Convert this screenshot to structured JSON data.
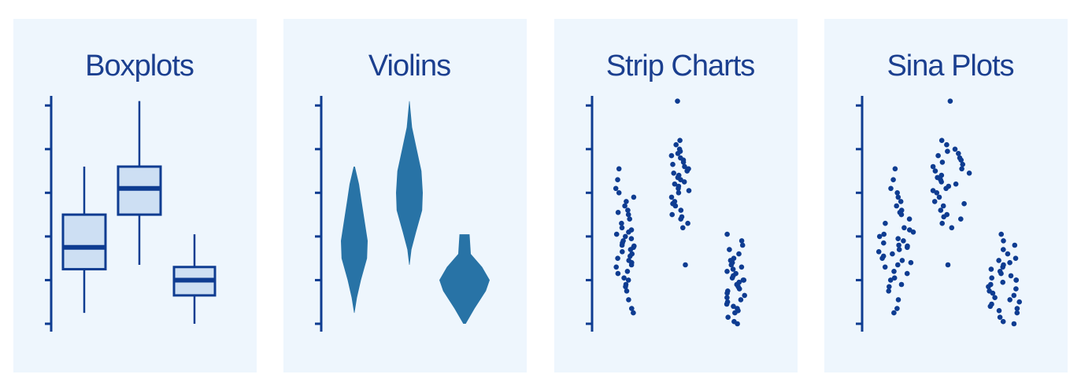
{
  "colors": {
    "panel_bg": "#eef6fd",
    "accent": "#0e3c91",
    "box_fill": "#cddff3",
    "violin_fill": "#2873a6",
    "point": "#0e3c91",
    "title": "#1b3f8f"
  },
  "chart_data": [
    {
      "type": "boxplot",
      "title": "Boxplots",
      "ylim": [
        0,
        5.4
      ],
      "grid": false,
      "groups": [
        {
          "whisker_low": 0.25,
          "q1": 1.25,
          "median": 1.75,
          "q3": 2.5,
          "whisker_high": 3.6
        },
        {
          "whisker_low": 1.35,
          "q1": 2.5,
          "median": 3.1,
          "q3": 3.6,
          "whisker_high": 5.1
        },
        {
          "whisker_low": 0.0,
          "q1": 0.65,
          "median": 1.0,
          "q3": 1.3,
          "whisker_high": 2.05
        }
      ]
    },
    {
      "type": "violin",
      "title": "Violins",
      "ylim": [
        0,
        5.4
      ],
      "grid": false,
      "groups": [
        {
          "min": 0.25,
          "max": 3.6,
          "density": [
            [
              0.25,
              0.02
            ],
            [
              0.6,
              0.2
            ],
            [
              1.0,
              0.5
            ],
            [
              1.5,
              0.95
            ],
            [
              1.9,
              1.0
            ],
            [
              2.3,
              0.8
            ],
            [
              2.8,
              0.55
            ],
            [
              3.2,
              0.35
            ],
            [
              3.6,
              0.05
            ]
          ]
        },
        {
          "min": 1.35,
          "max": 5.1,
          "density": [
            [
              1.35,
              0.02
            ],
            [
              1.7,
              0.15
            ],
            [
              2.1,
              0.5
            ],
            [
              2.6,
              0.95
            ],
            [
              3.0,
              1.0
            ],
            [
              3.5,
              0.9
            ],
            [
              4.0,
              0.55
            ],
            [
              4.5,
              0.2
            ],
            [
              5.1,
              0.02
            ]
          ]
        },
        {
          "min": 0.0,
          "max": 2.05,
          "density": [
            [
              0.0,
              0.05
            ],
            [
              0.35,
              0.4
            ],
            [
              0.75,
              0.85
            ],
            [
              1.0,
              1.0
            ],
            [
              1.3,
              0.7
            ],
            [
              1.6,
              0.25
            ],
            [
              2.05,
              0.2
            ]
          ]
        }
      ]
    },
    {
      "type": "strip",
      "title": "Strip Charts",
      "ylim": [
        0,
        5.4
      ],
      "grid": false,
      "groups": [
        {
          "values": [
            0.25,
            0.35,
            0.55,
            0.75,
            0.85,
            0.9,
            1.0,
            1.05,
            1.15,
            1.2,
            1.3,
            1.35,
            1.4,
            1.45,
            1.5,
            1.55,
            1.6,
            1.65,
            1.7,
            1.75,
            1.78,
            1.8,
            1.85,
            1.9,
            1.95,
            2.0,
            2.05,
            2.1,
            2.15,
            2.2,
            2.3,
            2.4,
            2.5,
            2.55,
            2.6,
            2.7,
            2.8,
            2.9,
            3.0,
            3.1,
            3.3,
            3.55
          ]
        },
        {
          "values": [
            1.35,
            2.2,
            2.3,
            2.4,
            2.45,
            2.5,
            2.6,
            2.7,
            2.75,
            2.8,
            2.9,
            3.0,
            3.05,
            3.1,
            3.15,
            3.2,
            3.25,
            3.3,
            3.35,
            3.4,
            3.45,
            3.5,
            3.55,
            3.6,
            3.65,
            3.7,
            3.75,
            3.8,
            3.85,
            3.9,
            3.95,
            4.0,
            4.1,
            4.2,
            5.1
          ]
        },
        {
          "values": [
            0.0,
            0.05,
            0.15,
            0.25,
            0.3,
            0.35,
            0.4,
            0.45,
            0.5,
            0.55,
            0.6,
            0.65,
            0.7,
            0.75,
            0.8,
            0.85,
            0.9,
            0.95,
            1.0,
            1.0,
            1.05,
            1.1,
            1.15,
            1.2,
            1.25,
            1.3,
            1.35,
            1.4,
            1.45,
            1.5,
            1.6,
            1.7,
            1.8,
            1.9,
            2.05
          ]
        }
      ]
    },
    {
      "type": "sina",
      "title": "Sina Plots",
      "ylim": [
        0,
        5.4
      ],
      "grid": false,
      "groups": [
        {
          "values": [
            0.25,
            0.35,
            0.55,
            0.75,
            0.85,
            0.9,
            1.0,
            1.05,
            1.15,
            1.2,
            1.3,
            1.35,
            1.4,
            1.45,
            1.5,
            1.55,
            1.6,
            1.65,
            1.7,
            1.75,
            1.78,
            1.8,
            1.85,
            1.9,
            1.95,
            2.0,
            2.05,
            2.1,
            2.15,
            2.2,
            2.3,
            2.4,
            2.5,
            2.55,
            2.6,
            2.7,
            2.8,
            2.9,
            3.0,
            3.1,
            3.3,
            3.55
          ]
        },
        {
          "values": [
            1.35,
            2.2,
            2.3,
            2.4,
            2.45,
            2.5,
            2.6,
            2.7,
            2.75,
            2.8,
            2.9,
            3.0,
            3.05,
            3.1,
            3.15,
            3.2,
            3.25,
            3.3,
            3.35,
            3.4,
            3.45,
            3.5,
            3.55,
            3.6,
            3.65,
            3.7,
            3.75,
            3.8,
            3.85,
            3.9,
            3.95,
            4.0,
            4.1,
            4.2,
            5.1
          ]
        },
        {
          "values": [
            0.0,
            0.05,
            0.15,
            0.25,
            0.3,
            0.35,
            0.4,
            0.45,
            0.5,
            0.55,
            0.6,
            0.65,
            0.7,
            0.75,
            0.8,
            0.85,
            0.9,
            0.95,
            1.0,
            1.0,
            1.05,
            1.1,
            1.15,
            1.2,
            1.25,
            1.3,
            1.35,
            1.4,
            1.45,
            1.5,
            1.6,
            1.7,
            1.8,
            1.9,
            2.05
          ]
        }
      ]
    }
  ]
}
